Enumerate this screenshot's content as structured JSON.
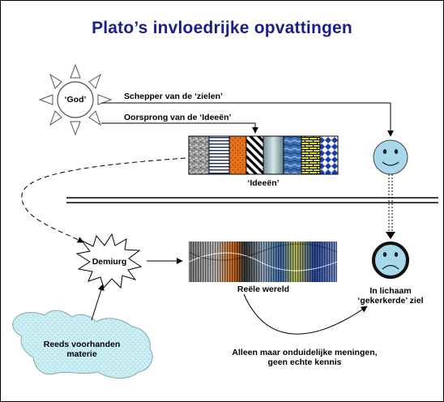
{
  "title": "Plato’s invloedrijke opvattingen",
  "labels": {
    "god": "‘God’",
    "schepper": "Schepper van de ‘zielen’",
    "oorsprong": "Oorsprong van de ‘Ideeën’",
    "ideeen": "‘Ideeën’",
    "demiurg": "Demiurg",
    "reele_wereld": "Reële wereld",
    "lichaam_line1": "In lichaam",
    "lichaam_line2": "‘gekerkerde’ ziel",
    "materie_line1": "Reeds voorhanden",
    "materie_line2": "materie",
    "meningen_line1": "Alleen maar onduidelijke meningen,",
    "meningen_line2": "geen echte kennis"
  },
  "colors": {
    "title": "#1b1f8c",
    "smiley_happy": "#a8d8ec",
    "smiley_sad": "#a8d8ec",
    "materie_fill": "#c9eef3",
    "orange": "#e4701a"
  }
}
